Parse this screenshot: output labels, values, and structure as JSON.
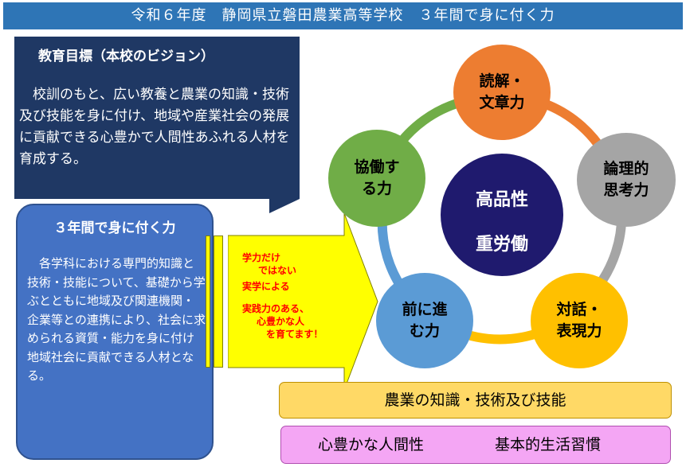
{
  "header": {
    "title": "令和６年度　静岡県立磐田農業高等学校　３年間で身に付く力"
  },
  "goal": {
    "title": "教育目標（本校のビジョン）",
    "text": "校訓のもと、広い教養と農業の知識・技術及び技能を身に付け、地域や産業社会の発展に貢献できる心豊かで人間性あふれる人材を育成する。"
  },
  "skills": {
    "title": "３年間で身に付く力",
    "text": "各学科における専門的知識と技術・技能について、基礎から学ぶとともに地域及び関連機関・企業等との連携により、社会に求められる資質・能力を身に付け地域社会に貢献できる人材となる。"
  },
  "arrow_text": {
    "line1": "学力だけ",
    "line2": "ではない",
    "line3": "実学による",
    "line4": "実践力のある、",
    "line5": "心豊かな人",
    "line6": "を育てます！"
  },
  "center": {
    "line1": "高品性",
    "line2": "重労働"
  },
  "nodes": [
    {
      "id": "reading",
      "line1": "読解・",
      "line2": "文章力",
      "color": "#ed7d31"
    },
    {
      "id": "logic",
      "line1": "論理的",
      "line2": "思考力",
      "color": "#a5a5a5"
    },
    {
      "id": "dialogue",
      "line1": "対話・",
      "line2": "表現力",
      "color": "#ffc000"
    },
    {
      "id": "forward",
      "line1": "前に進",
      "line2": "む力",
      "color": "#5b9bd5"
    },
    {
      "id": "cooperate",
      "line1": "協働す",
      "line2": "る力",
      "color": "#70ad47"
    }
  ],
  "bars": {
    "knowledge": "農業の知識・技術及び技能",
    "heart_left": "心豊かな人間性",
    "heart_right": "基本的生活習慣"
  },
  "colors": {
    "header": "#2e75b6",
    "goal_box": "#1f3864",
    "skills_box": "#4472c4",
    "center": "#1f1a6e",
    "arrow": "#ffff00",
    "arrow_text": "#ff0000",
    "knowledge_bar": "#ffd966",
    "heart_bar": "#f4a6f4"
  }
}
